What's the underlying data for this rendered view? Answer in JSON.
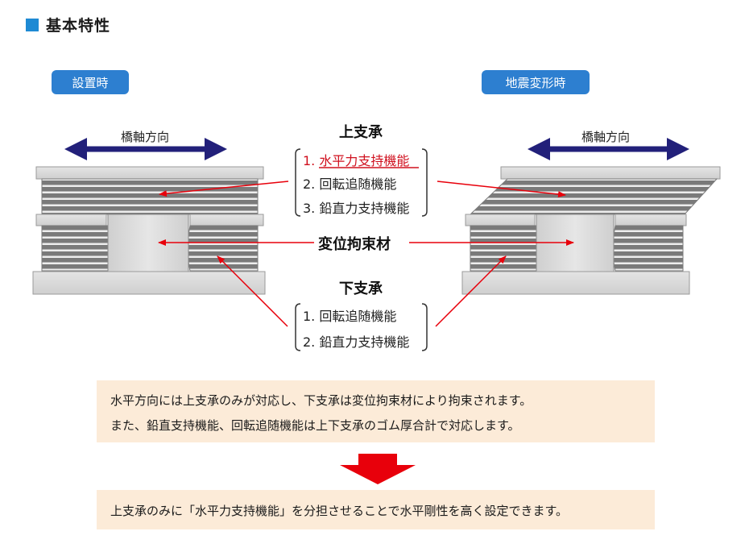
{
  "heading": {
    "title": "基本特性"
  },
  "panels": {
    "left_label": "設置時",
    "right_label": "地震変形時",
    "axis_label_left": "橋軸方向",
    "axis_label_right": "橋軸方向"
  },
  "upper_bearing": {
    "title": "上支承",
    "items": [
      "1. 水平力支持機能",
      "2. 回転追随機能",
      "3. 鉛直力支持機能"
    ]
  },
  "restraint": {
    "title": "変位拘束材"
  },
  "lower_bearing": {
    "title": "下支承",
    "items": [
      "1. 回転追随機能",
      "2. 鉛直力支持機能"
    ]
  },
  "explanation": {
    "line1": "水平方向には上支承のみが対応し、下支承は変位拘束材により拘束されます。",
    "line2": "また、鉛直支持機能、回転追随機能は上下支承のゴム厚合計で対応します。"
  },
  "conclusion": {
    "text": "上支承のみに「水平力支持機能」を分担させることで水平剛性を高く設定できます。"
  },
  "colors": {
    "accent": "#2d7fd0",
    "arrow_red": "#e8000b",
    "navy": "#22207a",
    "note_bg": "#fcebd8"
  }
}
